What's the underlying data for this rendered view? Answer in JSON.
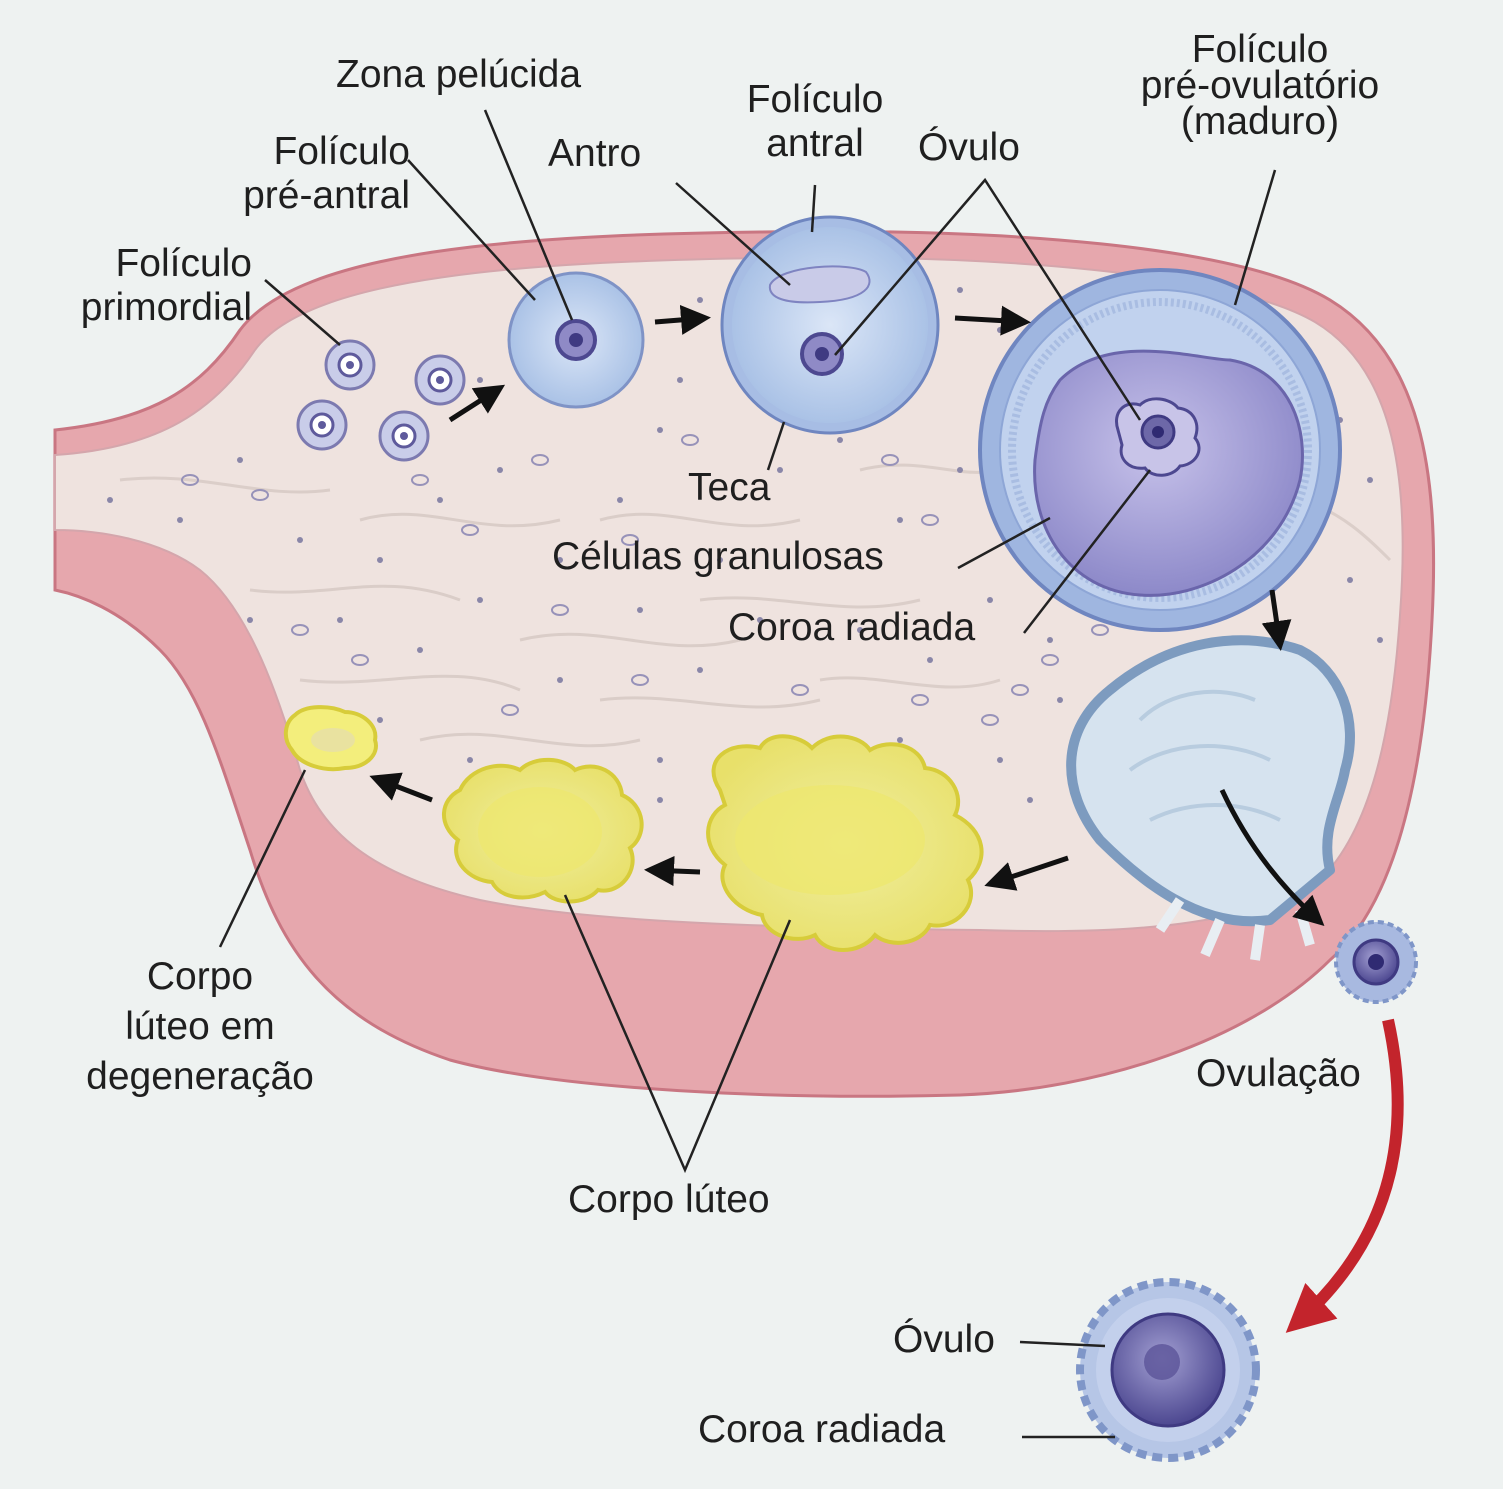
{
  "labels": {
    "foliculo_primordial": [
      "Folículo",
      "primordial"
    ],
    "foliculo_pre_antral": [
      "Folículo",
      "pré-antral"
    ],
    "zona_pelucida": "Zona pelúcida",
    "antro": "Antro",
    "foliculo_antral": [
      "Folículo",
      "antral"
    ],
    "ovulo_top": "Óvulo",
    "foliculo_pre_ovulatorio": [
      "Folículo",
      "pré-ovulatório",
      "(maduro)"
    ],
    "teca": "Teca",
    "celulas_granulosas": "Células granulosas",
    "coroa_radiada_top": "Coroa radiada",
    "ovulacao": "Ovulação",
    "corpo_luteo_degeneracao": [
      "Corpo",
      "lúteo em",
      "degeneração"
    ],
    "corpo_luteo": "Corpo lúteo",
    "ovulo_bottom": "Óvulo",
    "coroa_radiada_bottom": "Coroa radiada"
  },
  "colors": {
    "background": "#eef2f1",
    "stroma": "#efe3df",
    "capsule": "#e6a7ad",
    "capsule_edge": "#c97682",
    "follicle": "#bcd2ee",
    "oocyte": "#6d68a8",
    "corpus_luteum": "#f1ec7a",
    "ovulation_arrow": "#c3242c"
  }
}
